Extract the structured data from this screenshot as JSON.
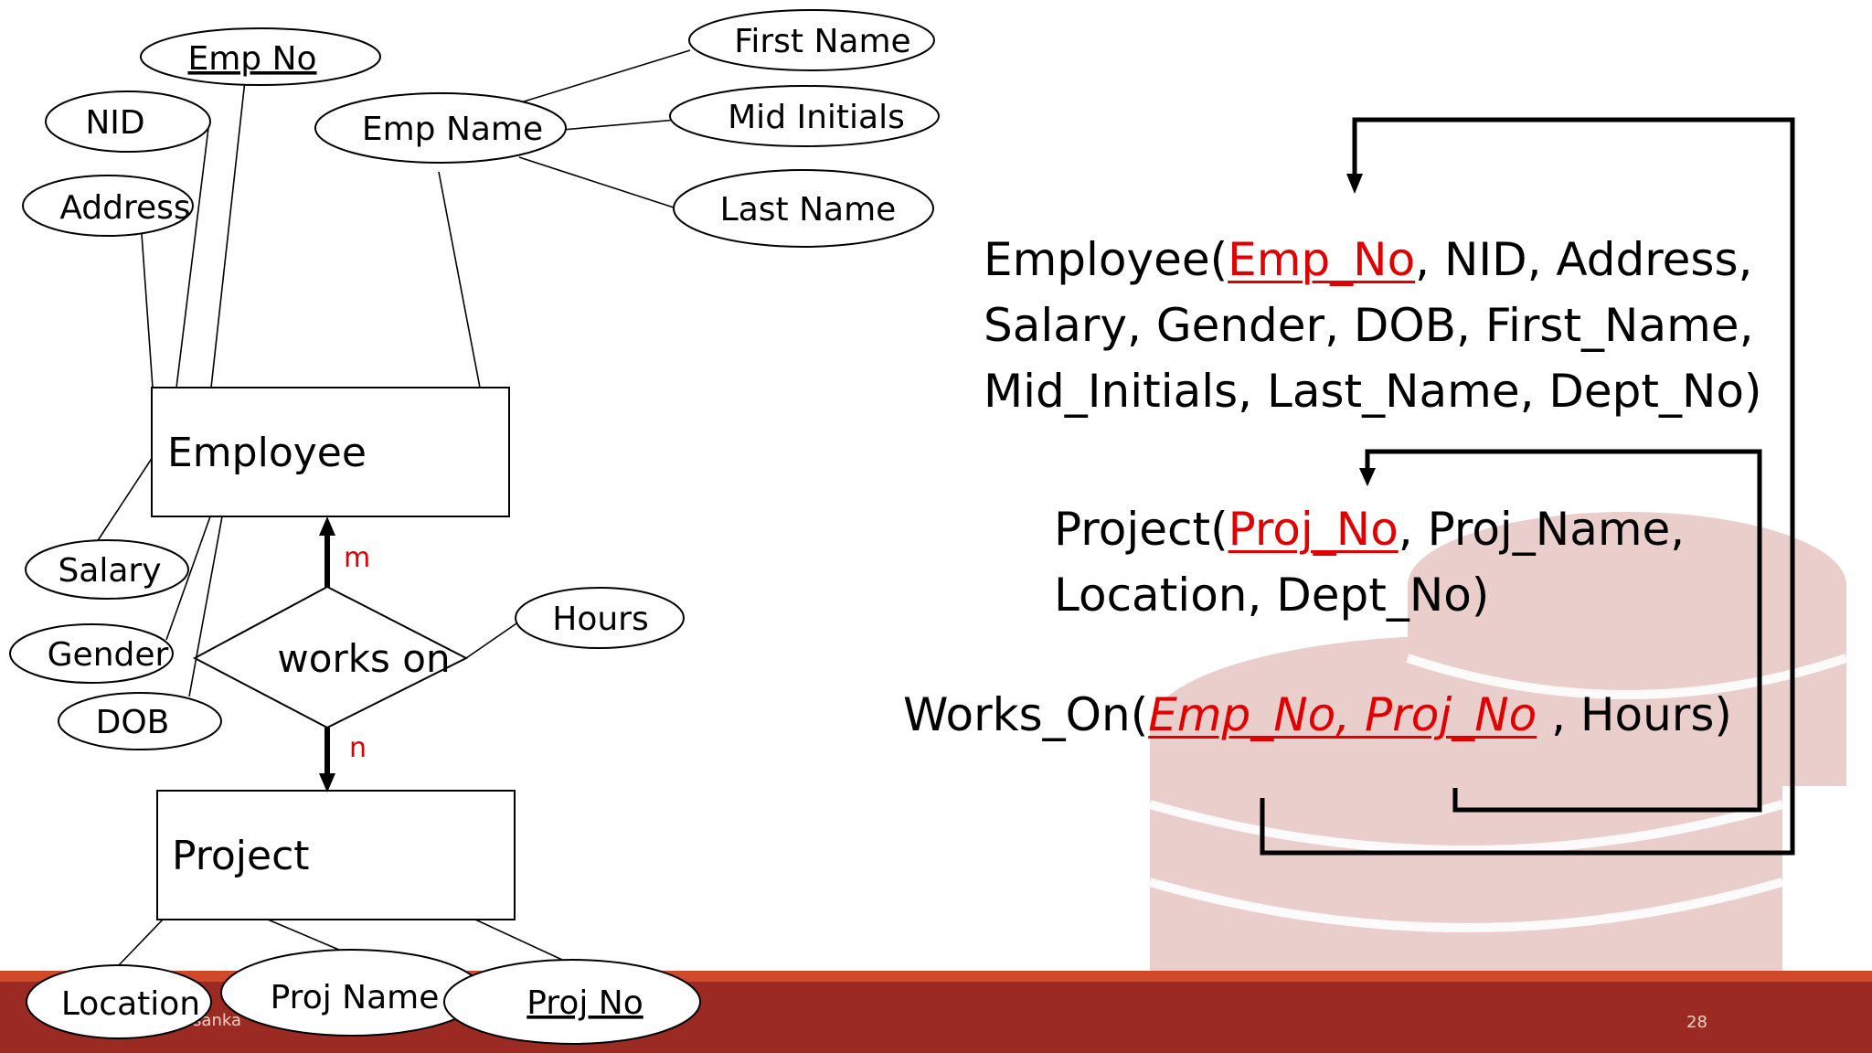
{
  "entities": {
    "employee": "Employee",
    "project": "Project"
  },
  "relationship": {
    "label": "works on",
    "card_top": "m",
    "card_bottom": "n"
  },
  "attributes": {
    "emp_no": "Emp No",
    "nid": "NID",
    "address": "Address",
    "emp_name": "Emp Name",
    "first_name": "First Name",
    "mid_initials": "Mid Initials",
    "last_name": "Last Name",
    "salary": "Salary",
    "gender": "Gender",
    "dob": "DOB",
    "hours": "Hours",
    "location": "Location",
    "proj_name": "Proj Name",
    "proj_no": "Proj No"
  },
  "relations": {
    "employee": {
      "open": "Employee(",
      "key": "Emp_No",
      "line1_rest": ", NID, Address,",
      "line2": "Salary, Gender, DOB, First_Name,",
      "line3": "Mid_Initials, Last_Name, Dept_No)"
    },
    "project": {
      "open": "Project(",
      "key": "Proj_No",
      "line1_rest": ", Proj_Name,",
      "line2": "Location, Dept_No)"
    },
    "works_on": {
      "open": "Works_On(",
      "key": "Emp_No, Proj_No",
      "rest": " , Hours)"
    }
  },
  "footer": {
    "author": "asanka",
    "page_number": "28"
  },
  "colors": {
    "key_red": "#e00000",
    "footer_bar": "#9b2a22",
    "footer_line": "#d04a2a",
    "watermark": "#e8c9c7"
  }
}
